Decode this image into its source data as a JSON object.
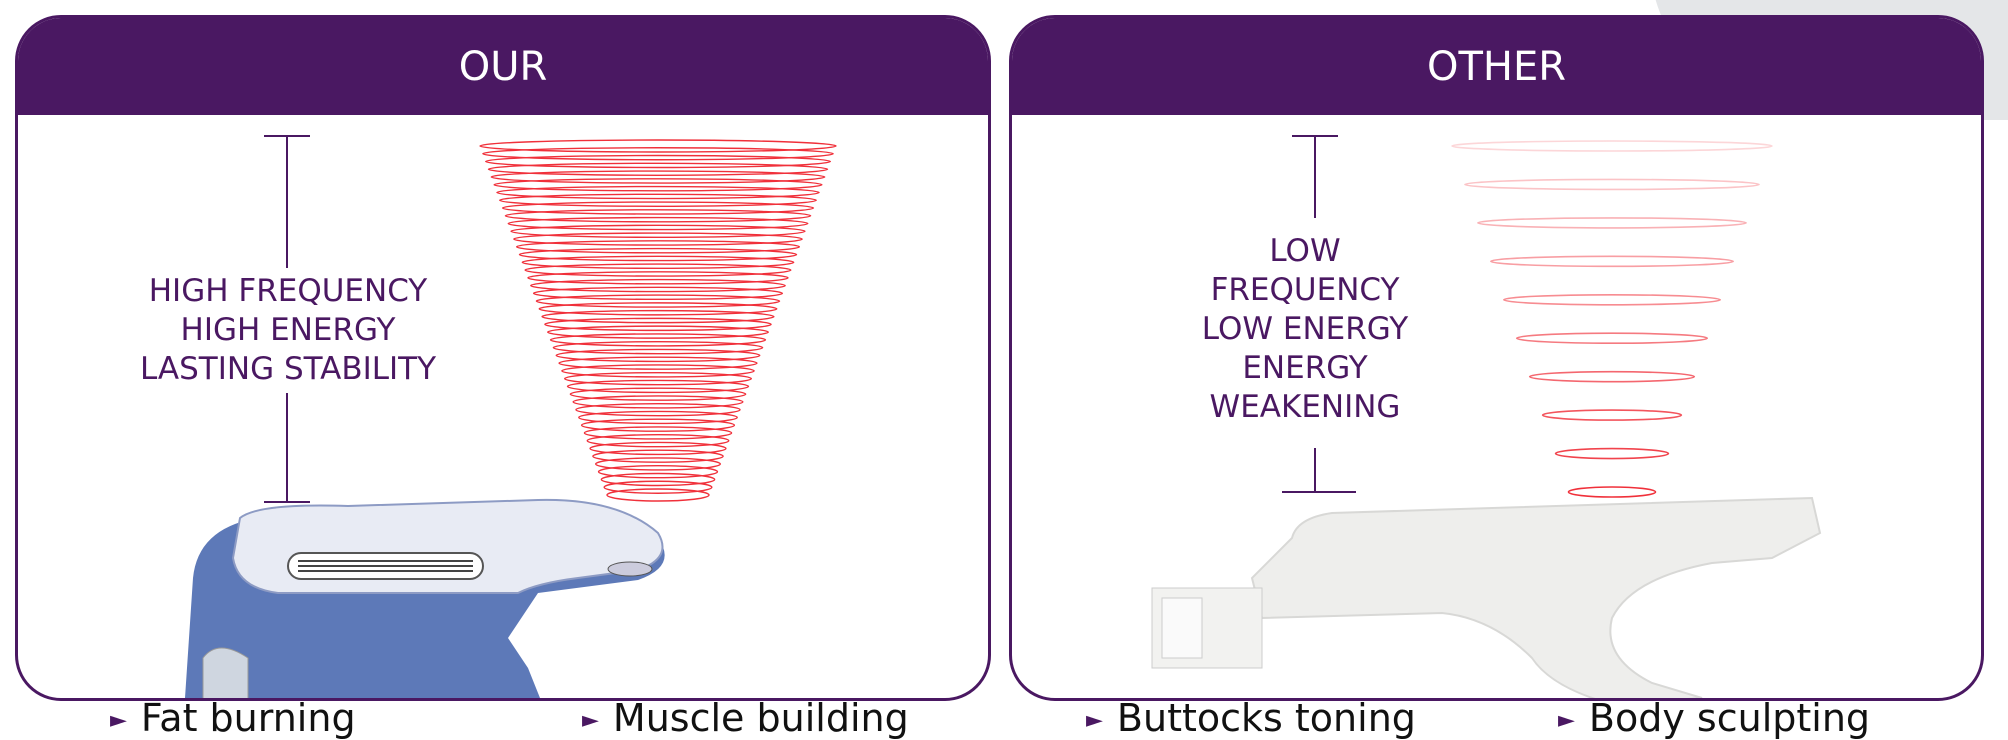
{
  "panels": [
    {
      "title": "OUR",
      "label_lines": [
        "HIGH FREQUENCY",
        "HIGH ENERGY",
        "LASTING STABILITY"
      ]
    },
    {
      "title": "OTHER",
      "label_lines": [
        "LOW",
        "FREQUENCY",
        "LOW ENERGY",
        "ENERGY",
        "WEAKENING"
      ]
    }
  ],
  "bullets": [
    "Fat burning",
    "Muscle building",
    "Buttocks toning",
    "Body sculpting"
  ],
  "colors": {
    "brand": "#4a1862",
    "wave": "#f0303a"
  }
}
